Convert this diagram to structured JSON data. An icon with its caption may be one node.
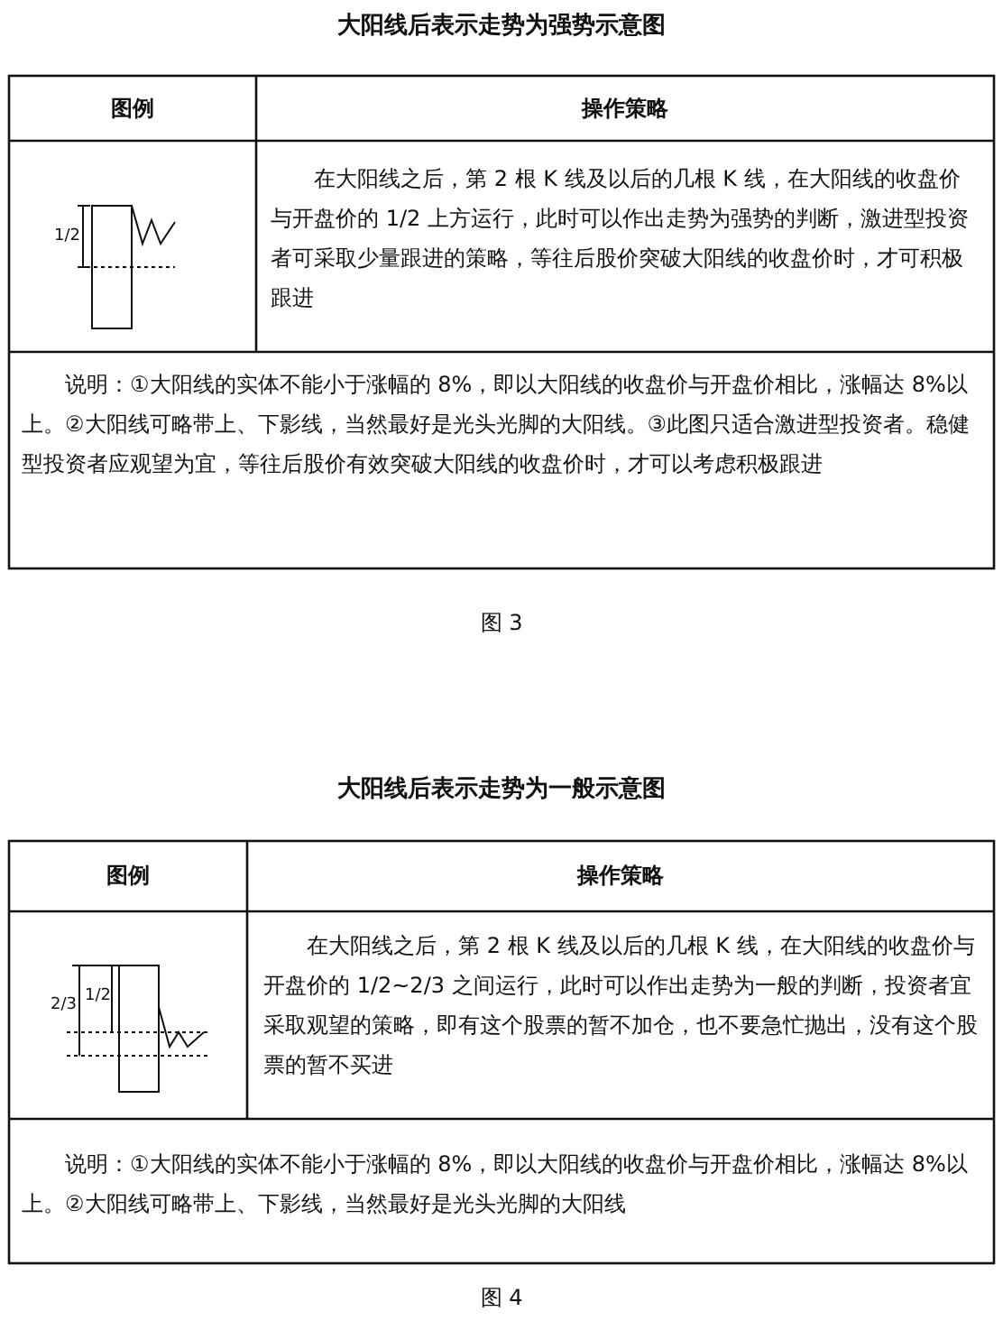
{
  "diagram": {
    "labels": [
      "大阳线后表示走势为强势示意图",
      "图例",
      "操作策略",
      "1/2",
      "在大阳线之后，第 2 根 K 线及以后的几根 K 线，在大阳线的收盘价与开盘价的 1/2 上方运行，此时可以作出走势为强势的判断，激进型投资者可采取少量跟进的策略，等往后股价突破大阳线的收盘价时，才可积极跟进",
      "说明：①大阳线的实体不能小于涨幅的 8%，即以大阳线的收盘价与开盘价相比，涨幅达 8%以上。②大阳线可略带上、下影线，当然最好是光头光脚的大阳线。③此图只适合激进型投资者。稳健型投资者应观望为宜，等往后股价有效突破大阳线的收盘价时，才可以考虑积极跟进",
      "图 3",
      "大阳线后表示走势为一般示意图",
      "图例",
      "操作策略",
      "2/3",
      "1/2",
      "在大阳线之后，第 2 根 K 线及以后的几根 K 线，在大阳线的收盘价与开盘价的 1/2~2/3 之间运行，此时可以作出走势为一般的判断，投资者宜采取观望的策略，即有这个股票的暂不加仓，也不要急忙抛出，没有这个股票的暂不买进",
      "说明：①大阳线的实体不能小于涨幅的 8%，即以大阳线的收盘价与开盘价相比，涨幅达 8%以上。②大阳线可略带上、下影线，当然最好是光头光脚的大阳线",
      "图 4"
    ]
  }
}
